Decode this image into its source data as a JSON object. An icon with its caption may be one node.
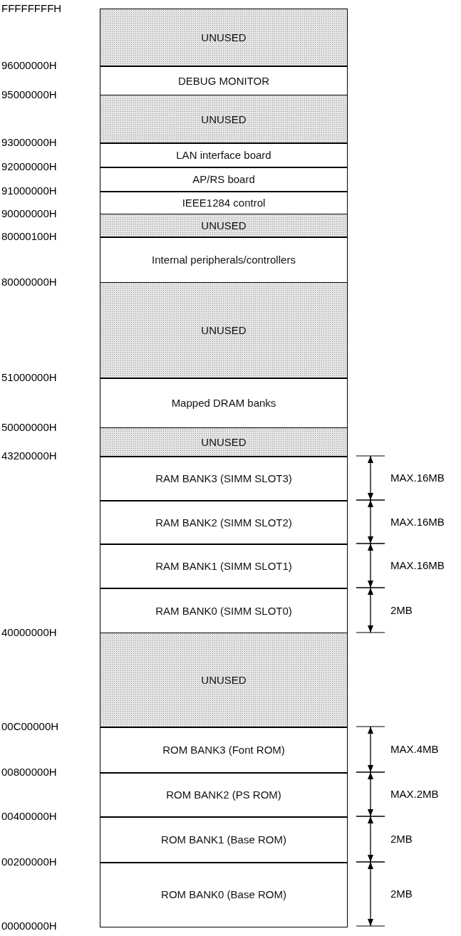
{
  "diagram": {
    "nodes": [
      {
        "text": [
          "UNUSED"
        ]
      },
      {
        "text": [
          "DEBUG MONITOR"
        ]
      },
      {
        "text": [
          "UNUSED"
        ]
      },
      {
        "text": [
          "LAN interface board"
        ]
      },
      {
        "text": [
          "AP/RS board"
        ]
      },
      {
        "text": [
          "IEEE1284 control"
        ]
      },
      {
        "text": [
          "UNUSED"
        ]
      },
      {
        "text": [
          "Internal peripherals/controllers"
        ]
      },
      {
        "text": [
          "UNUSED"
        ]
      },
      {
        "text": [
          "Mapped DRAM banks"
        ]
      },
      {
        "text": [
          "UNUSED"
        ]
      },
      {
        "text": [
          "RAM BANK3 (SIMM SLOT3)"
        ]
      },
      {
        "text": [
          "RAM BANK2 (SIMM SLOT2)"
        ]
      },
      {
        "text": [
          "RAM BANK1 (SIMM SLOT1)"
        ]
      },
      {
        "text": [
          "RAM BANK0 (SIMM SLOT0)"
        ]
      },
      {
        "text": [
          "UNUSED"
        ]
      },
      {
        "text": [
          "ROM BANK3 (Font ROM)"
        ]
      },
      {
        "text": [
          "ROM BANK2 (PS ROM)"
        ]
      },
      {
        "text": [
          "ROM BANK1 (Base ROM)"
        ]
      },
      {
        "text": [
          "ROM BANK0 (Base ROM)"
        ]
      }
    ],
    "labels": [
      "FFFFFFFFH",
      "96000000H",
      "95000000H",
      "93000000H",
      "92000000H",
      "91000000H",
      "90000000H",
      "80000100H",
      "80000000H",
      "51000000H",
      "50000000H",
      "43200000H",
      "MAX.16MB",
      "MAX.16MB",
      "MAX.16MB",
      "2MB",
      "40000000H",
      "00C00000H",
      "MAX.4MB",
      "00800000H",
      "MAX.2MB",
      "00400000H",
      "2MB",
      "00200000H",
      "2MB",
      "00000000H"
    ]
  }
}
